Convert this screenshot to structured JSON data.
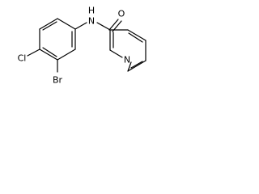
{
  "molecule": {
    "atoms": {
      "nitrogen_amide": "N",
      "hydrogen_amide": "H",
      "oxygen": "O",
      "chlorine": "Cl",
      "bromine": "Br",
      "nitrogen_pyridine": "N"
    }
  }
}
